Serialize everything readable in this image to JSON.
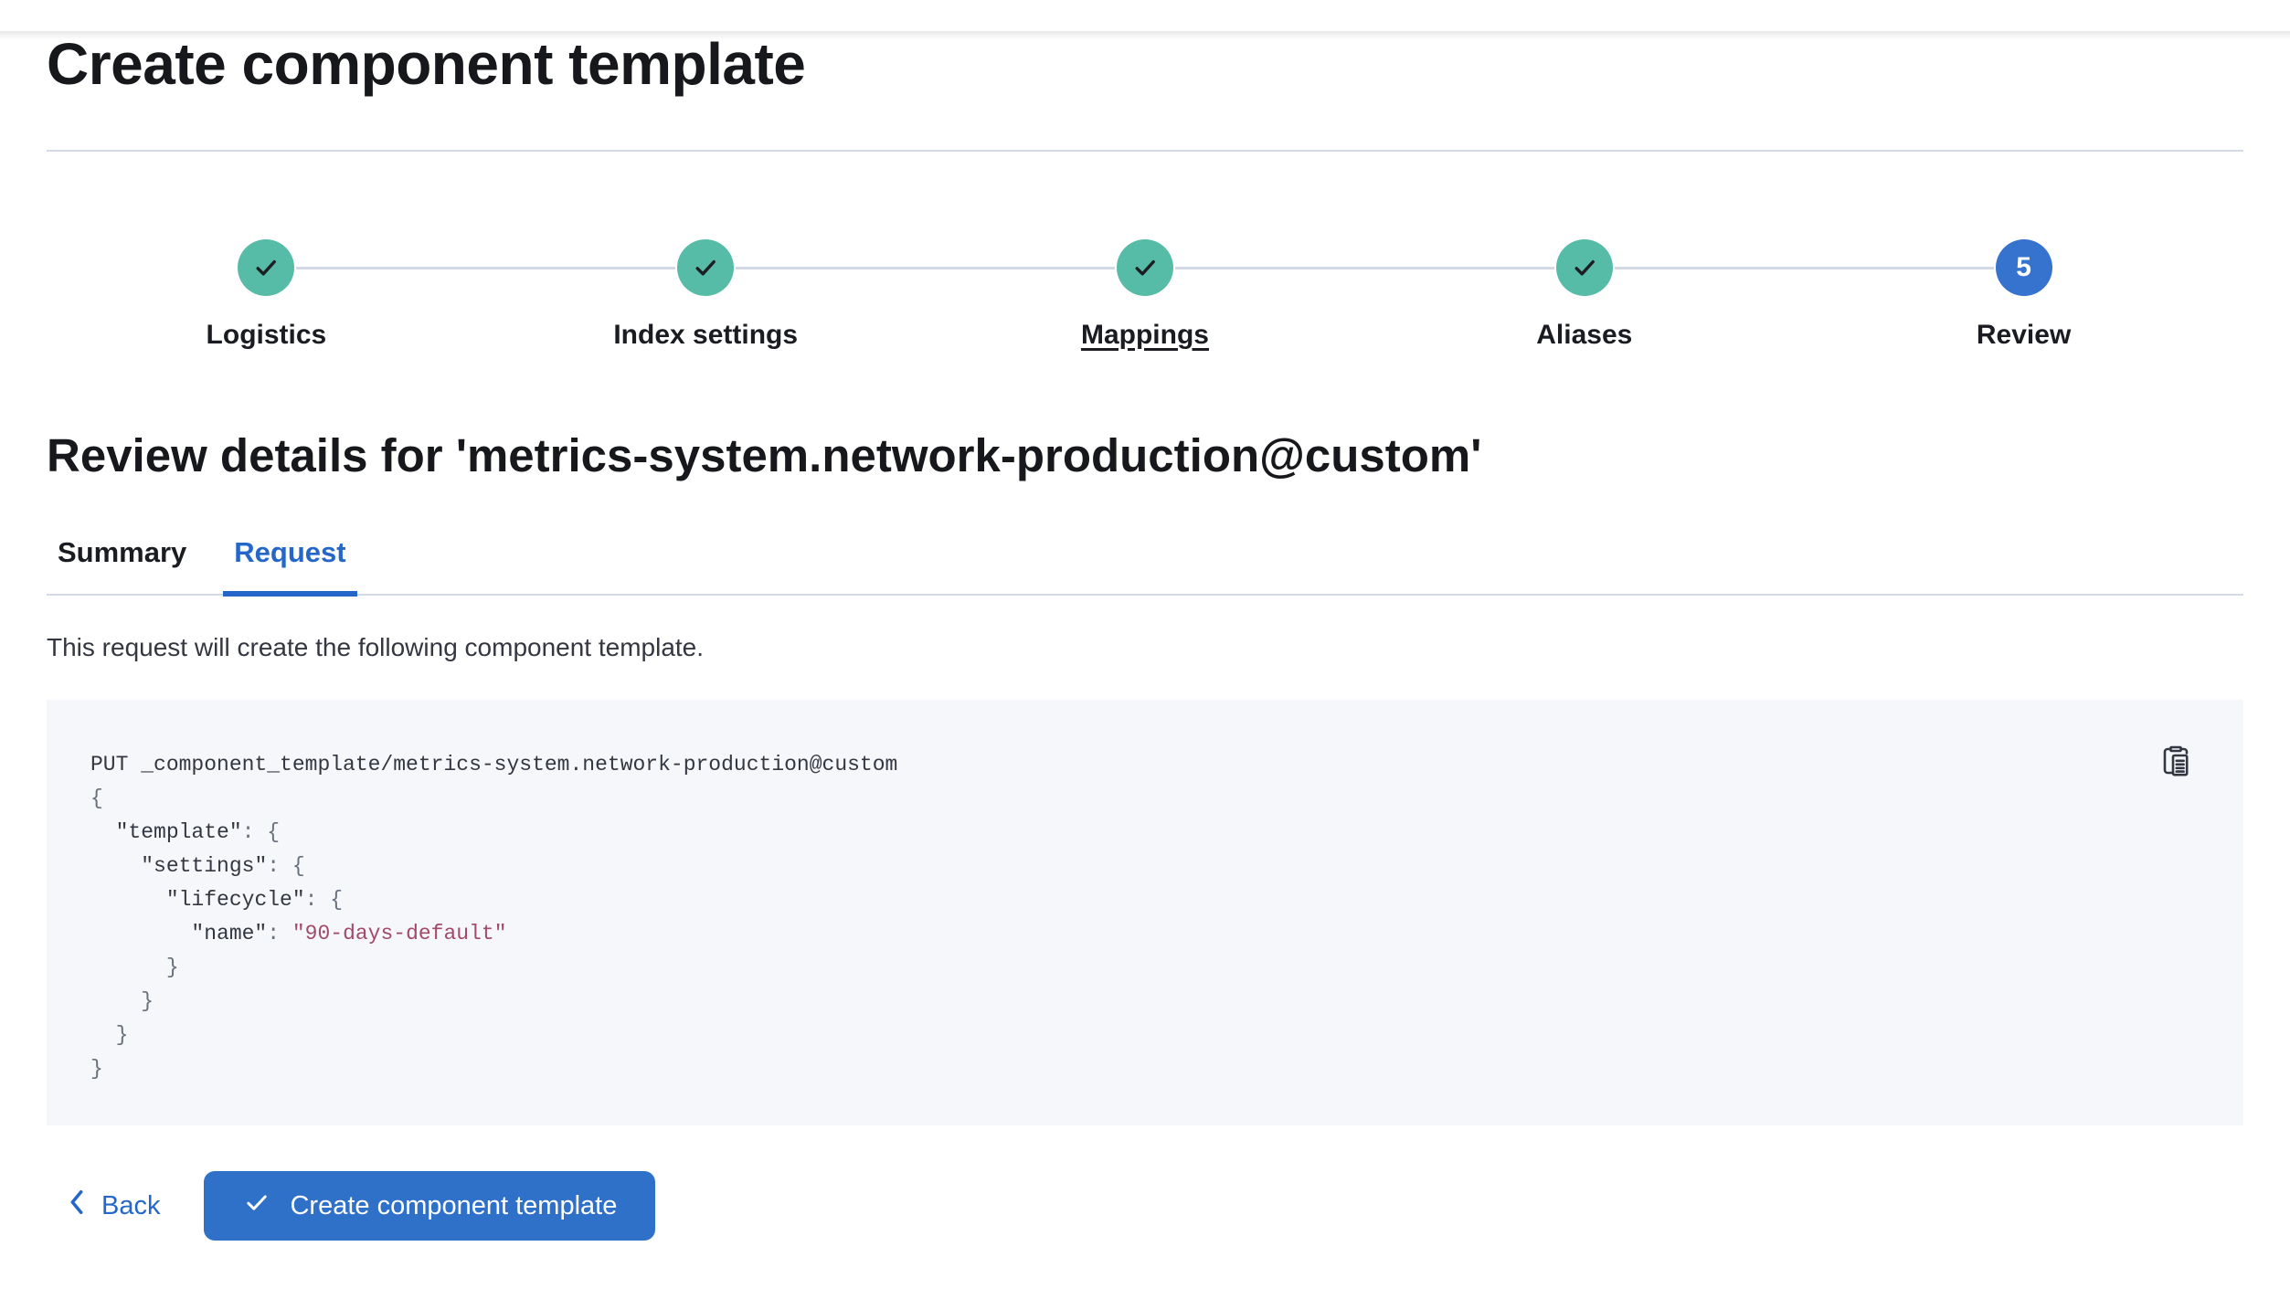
{
  "page": {
    "title": "Create component template"
  },
  "stepper": {
    "steps": [
      {
        "label": "Logistics",
        "status": "complete",
        "underlined": false
      },
      {
        "label": "Index settings",
        "status": "complete",
        "underlined": false
      },
      {
        "label": "Mappings",
        "status": "complete",
        "underlined": true
      },
      {
        "label": "Aliases",
        "status": "complete",
        "underlined": false
      },
      {
        "label": "Review",
        "status": "current",
        "number": "5",
        "underlined": false
      }
    ]
  },
  "review": {
    "heading": "Review details for 'metrics-system.network-production@custom'",
    "tabs": [
      {
        "label": "Summary",
        "active": false
      },
      {
        "label": "Request",
        "active": true
      }
    ],
    "description": "This request will create the following component template."
  },
  "code_block": {
    "copy_icon": "copy-clipboard-icon",
    "lines": [
      [
        {
          "c": "plain",
          "t": "PUT _component_template/metrics-system.network-production@custom"
        }
      ],
      [
        {
          "c": "punct",
          "t": "{"
        }
      ],
      [
        {
          "c": "punct",
          "t": "  "
        },
        {
          "c": "key",
          "t": "\"template\""
        },
        {
          "c": "punct",
          "t": ": {"
        }
      ],
      [
        {
          "c": "punct",
          "t": "    "
        },
        {
          "c": "key",
          "t": "\"settings\""
        },
        {
          "c": "punct",
          "t": ": {"
        }
      ],
      [
        {
          "c": "punct",
          "t": "      "
        },
        {
          "c": "key",
          "t": "\"lifecycle\""
        },
        {
          "c": "punct",
          "t": ": {"
        }
      ],
      [
        {
          "c": "punct",
          "t": "        "
        },
        {
          "c": "key",
          "t": "\"name\""
        },
        {
          "c": "punct",
          "t": ": "
        },
        {
          "c": "string",
          "t": "\"90-days-default\""
        }
      ],
      [
        {
          "c": "punct",
          "t": "      }"
        }
      ],
      [
        {
          "c": "punct",
          "t": "    }"
        }
      ],
      [
        {
          "c": "punct",
          "t": "  }"
        }
      ],
      [
        {
          "c": "punct",
          "t": "}"
        }
      ]
    ]
  },
  "footer": {
    "back_label": "Back",
    "submit_label": "Create component template"
  },
  "colors": {
    "primary_button": "#2F70C8",
    "link_blue": "#2467C9",
    "step_complete_teal": "#56BCA7",
    "step_current_blue": "#3573CE",
    "divider": "#D3DAE6",
    "code_background": "#F5F7FA",
    "code_string": "#A34A68",
    "code_punctuation": "#69707D",
    "text_dark": "#343741"
  }
}
